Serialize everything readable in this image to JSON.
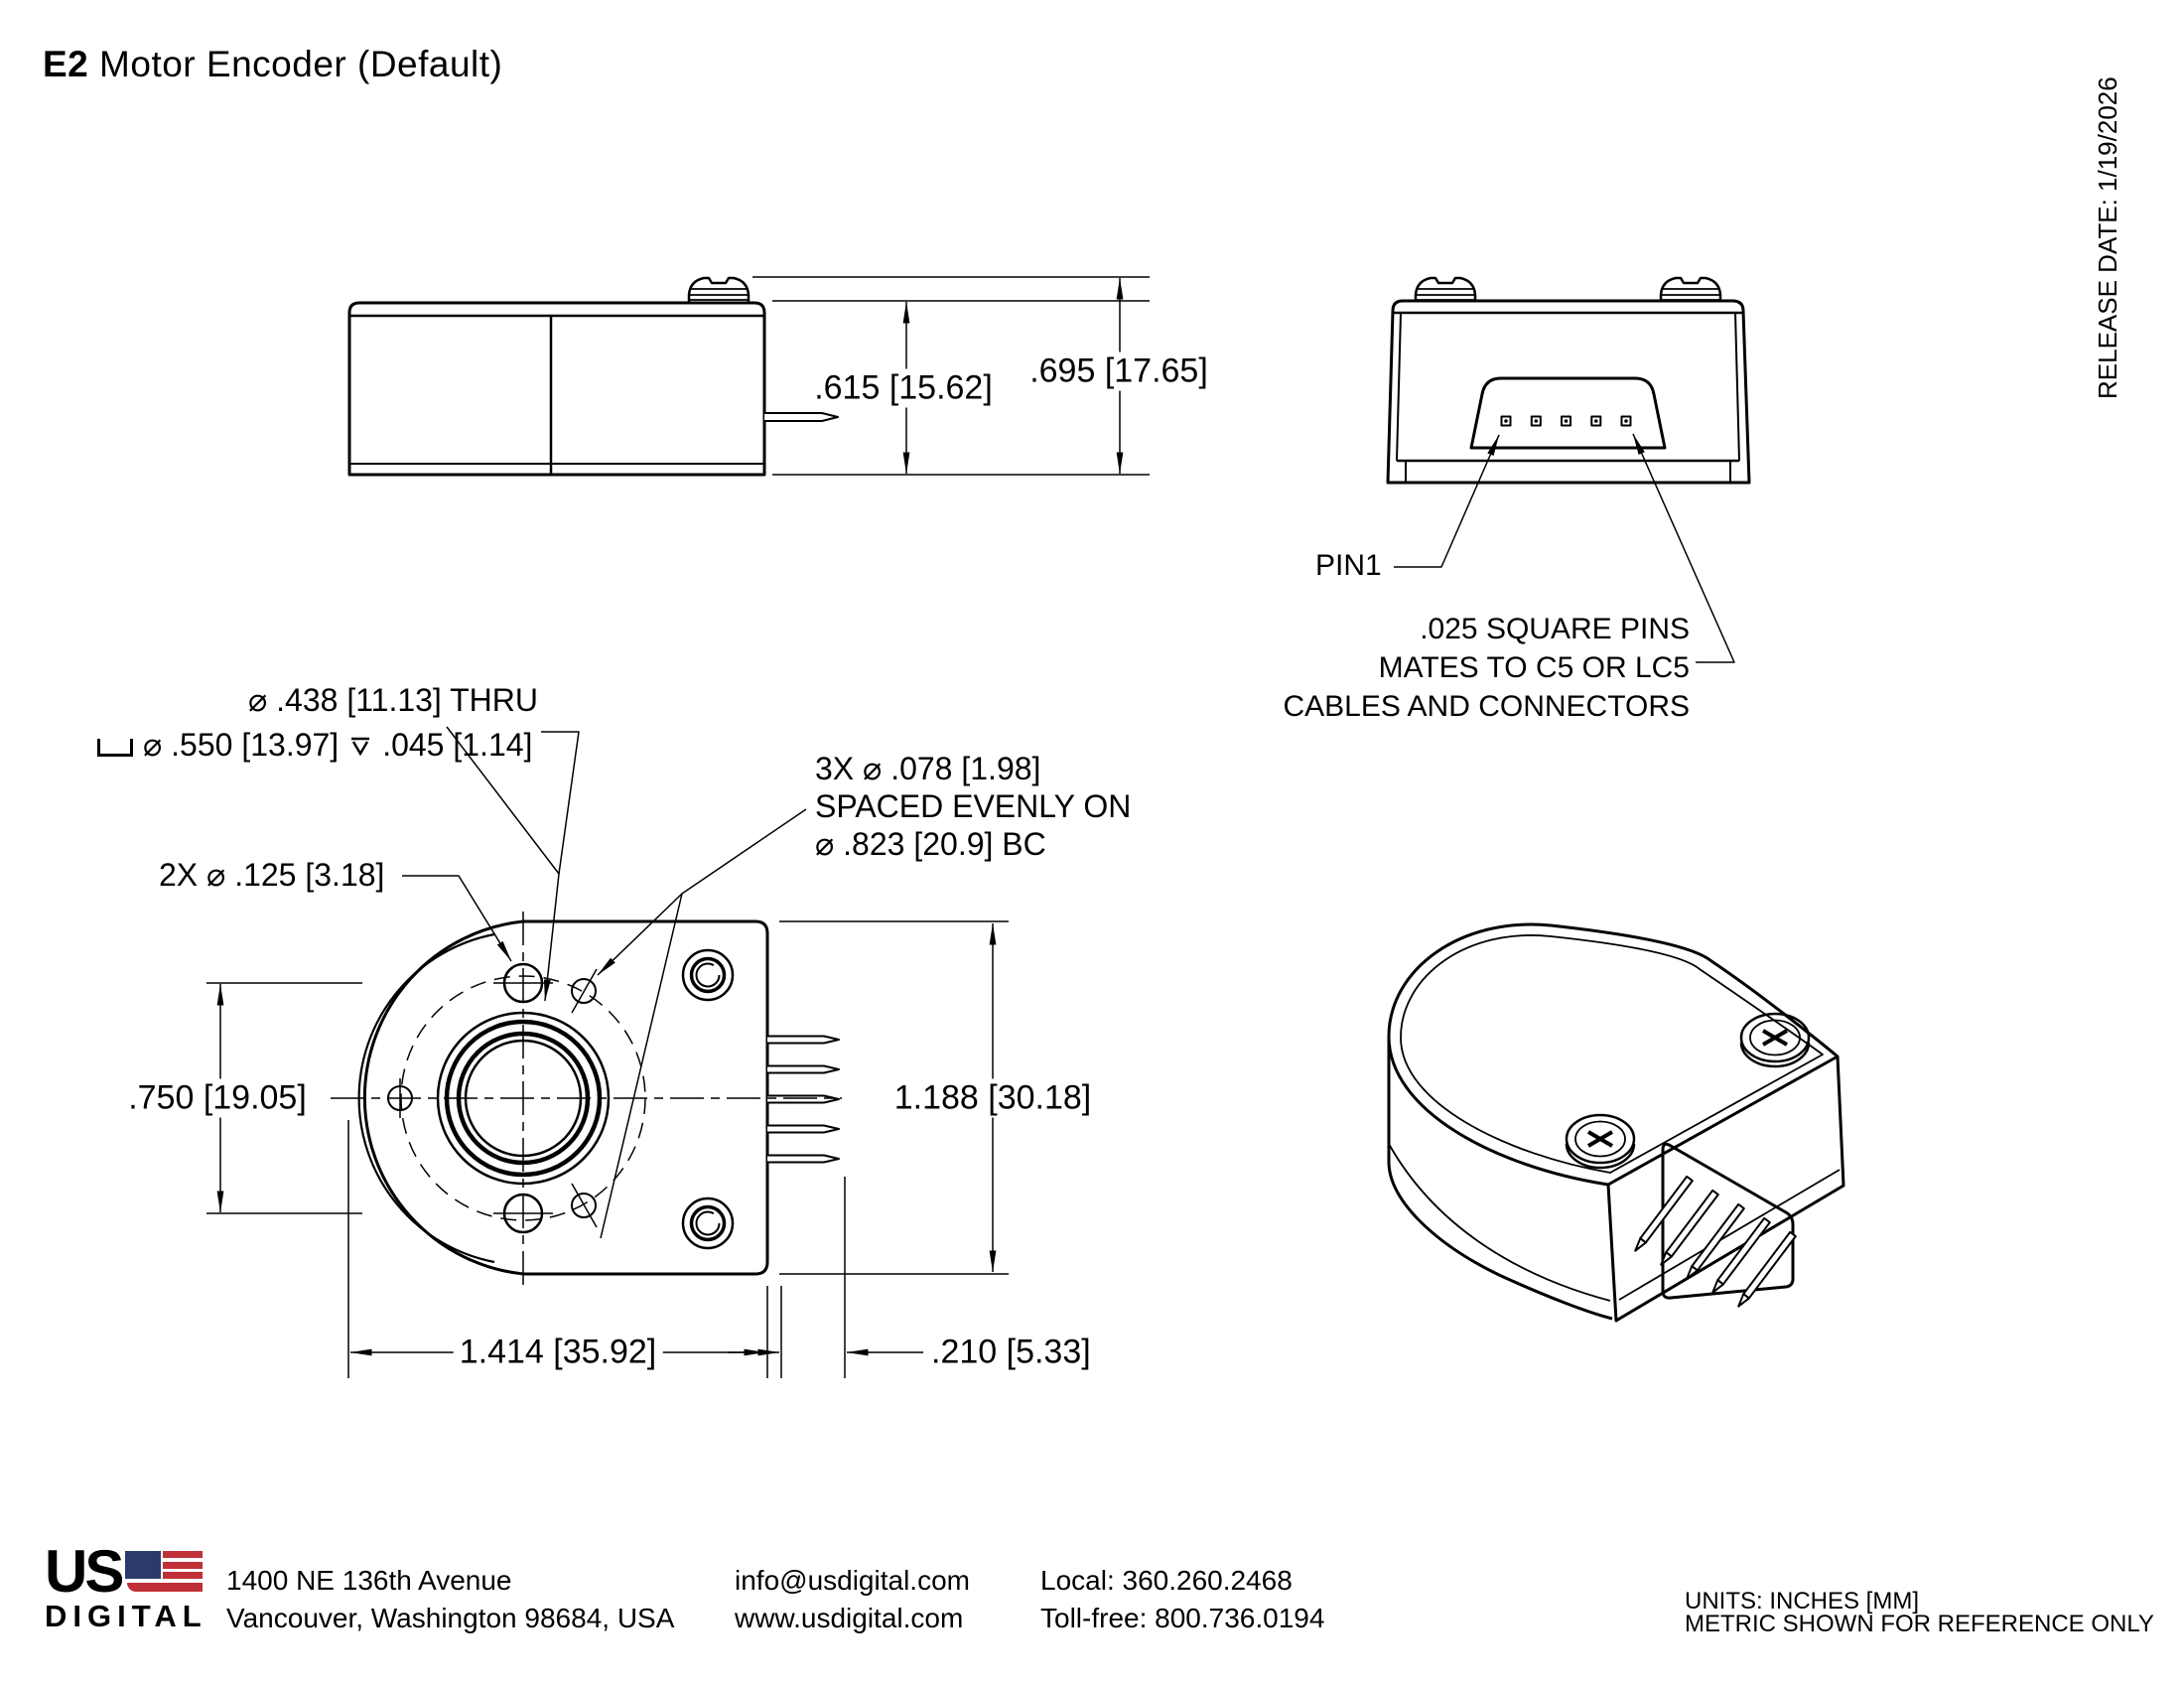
{
  "title": {
    "code": "E2",
    "name": " Motor Encoder (Default)"
  },
  "release_date": "RELEASE DATE: 1/19/2026",
  "side_view": {
    "dim_body_height": ".615 [15.62]",
    "dim_total_height": ".695 [17.65]"
  },
  "rear_view": {
    "pin1_label": "PIN1",
    "pins_note_line1": ".025 SQUARE PINS",
    "pins_note_line2": "MATES TO C5 OR LC5",
    "pins_note_line3": "CABLES AND CONNECTORS"
  },
  "front_view": {
    "callout_thru_hole": "⌀ .438 [11.13] THRU",
    "callout_counterbore_dia": "⌀ .550 [13.97]",
    "callout_counterbore_depth": ".045 [1.14]",
    "callout_mounting_holes": "2X ⌀ .125 [3.18]",
    "callout_bc_line1": "3X ⌀ .078 [1.98]",
    "callout_bc_line2": "SPACED EVENLY ON",
    "callout_bc_line3": "⌀ .823 [20.9] BC",
    "dim_hole_spacing": ".750 [19.05]",
    "dim_overall_height": "1.188 [30.18]",
    "dim_overall_width": "1.414 [35.92]",
    "dim_pin_length": ".210 [5.33]"
  },
  "footer": {
    "logo_line1": "US",
    "logo_line2": "DIGITAL",
    "address_line1": "1400 NE 136th Avenue",
    "address_line2": "Vancouver, Washington 98684, USA",
    "email": "info@usdigital.com",
    "website": "www.usdigital.com",
    "phone_local": "Local: 360.260.2468",
    "phone_tollfree": "Toll-free: 800.736.0194",
    "units_line1": "UNITS: INCHES [MM]",
    "units_line2": "METRIC SHOWN FOR REFERENCE ONLY"
  },
  "symbols": {
    "diameter": "⌀",
    "counterbore": "open-top-rectangle",
    "depth": "bar-with-down-chevron"
  },
  "colors": {
    "line": "#000000",
    "background": "#ffffff",
    "logo_navy": "#2b3a6b",
    "logo_red": "#bf3038"
  }
}
